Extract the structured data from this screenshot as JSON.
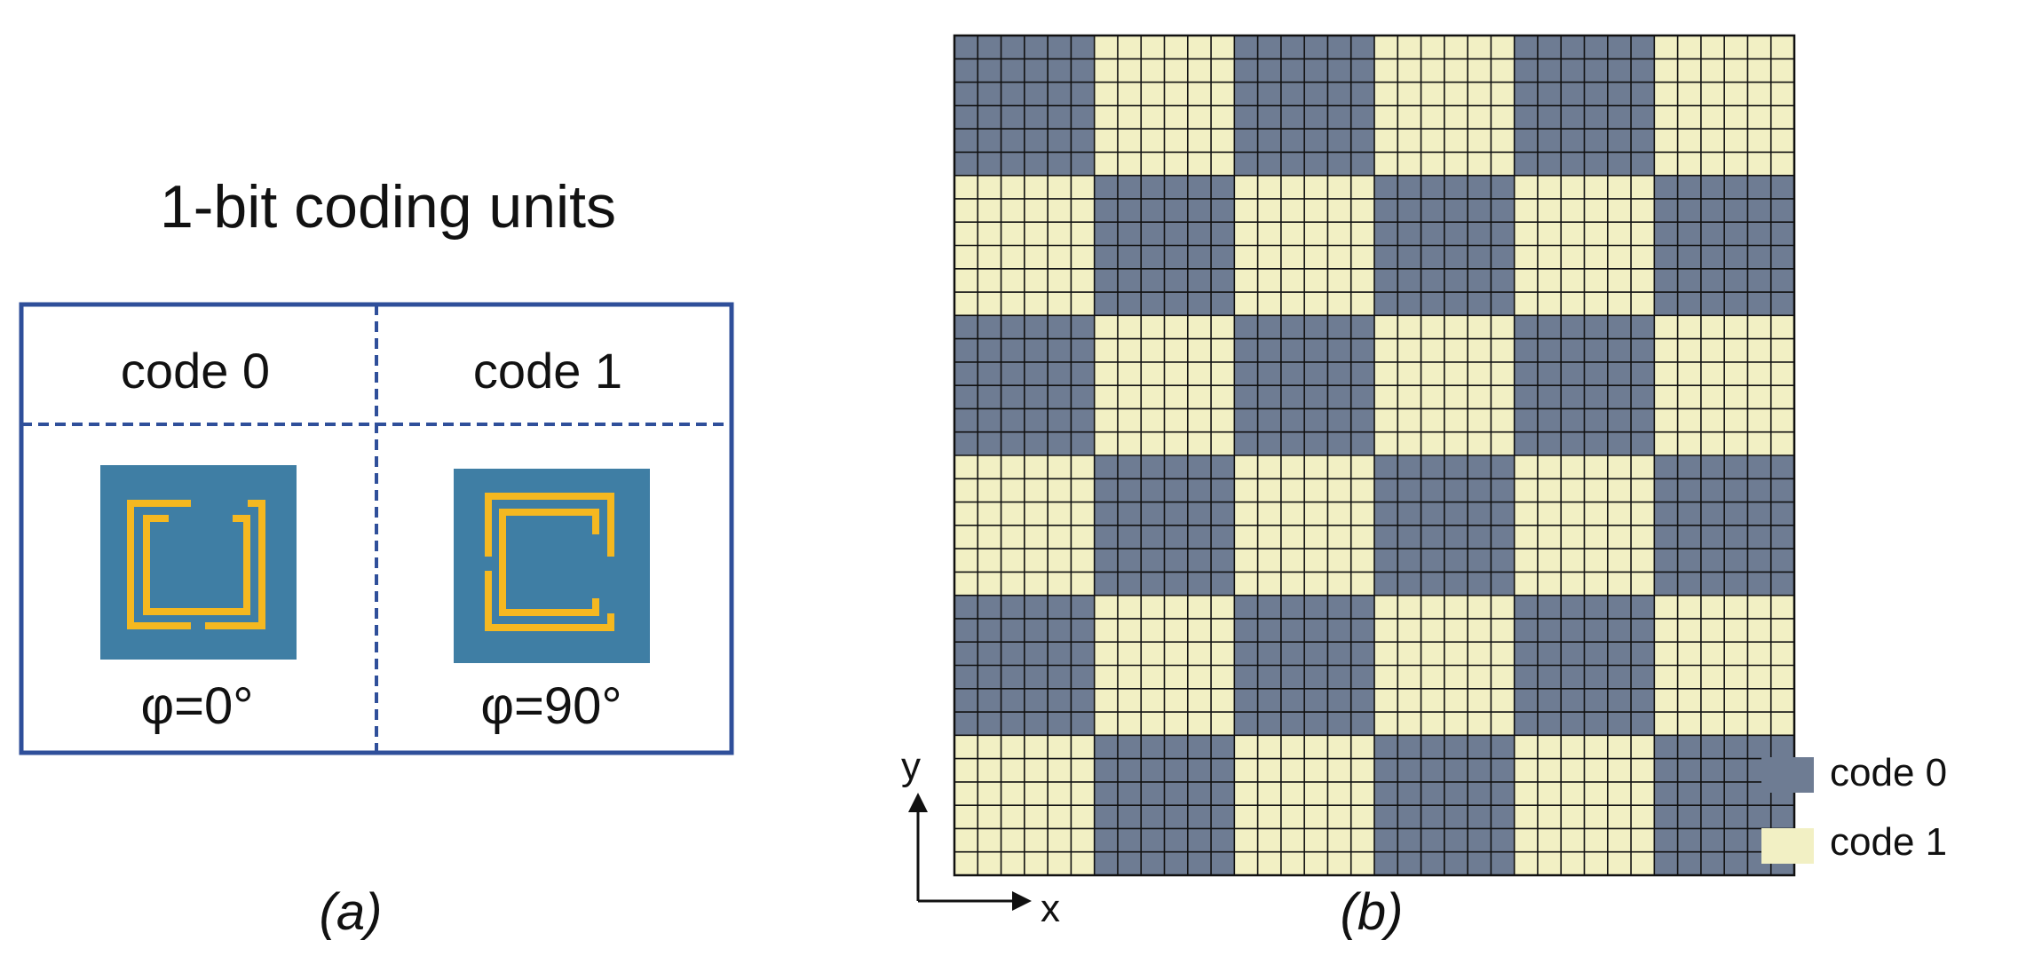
{
  "panel_a": {
    "title": "1-bit coding units",
    "caption": "(a)",
    "units": [
      {
        "code_label": "code 0",
        "phase_label": "φ=0°",
        "rotation_deg": 0
      },
      {
        "code_label": "code 1",
        "phase_label": "φ=90°",
        "rotation_deg": 90
      }
    ]
  },
  "panel_b": {
    "caption": "(b)",
    "axis_x": "x",
    "axis_y": "y",
    "legend": [
      {
        "label": "code 0",
        "color": "#6e7c93"
      },
      {
        "label": "code 1",
        "color": "#f2f0c4"
      }
    ],
    "array_size": 36,
    "block_size": 6,
    "pattern": [
      [
        0,
        1,
        0,
        1,
        0,
        1
      ],
      [
        1,
        0,
        1,
        0,
        1,
        0
      ],
      [
        0,
        1,
        0,
        1,
        0,
        1
      ],
      [
        1,
        0,
        1,
        0,
        1,
        0
      ],
      [
        0,
        1,
        0,
        1,
        0,
        1
      ],
      [
        1,
        0,
        1,
        0,
        1,
        0
      ]
    ]
  },
  "colors": {
    "frame_blue": "#2f4f9a",
    "substrate_blue": "#3f7ea4",
    "ring_gold": "#f5b820",
    "grid_line": "#111111",
    "code0": "#6e7c93",
    "code1": "#f2f0c4"
  }
}
